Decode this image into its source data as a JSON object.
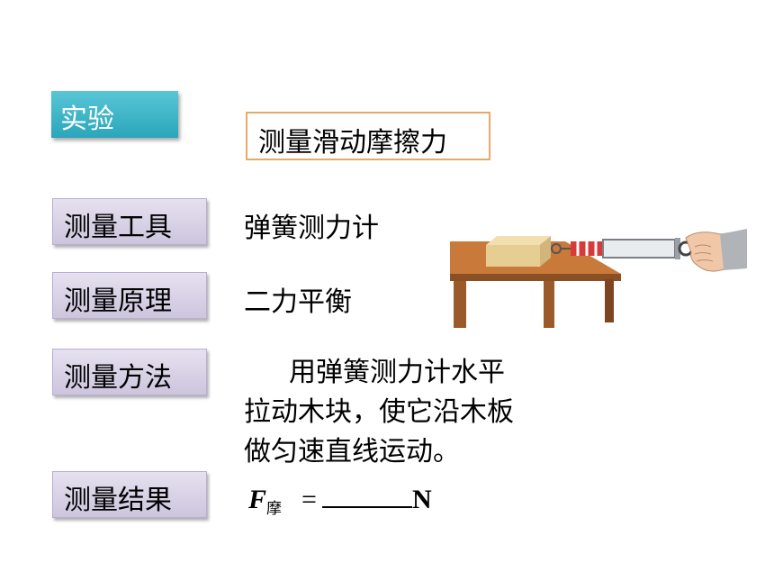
{
  "badge": {
    "label": "实验"
  },
  "title": "测量滑动摩擦力",
  "rows": {
    "tool": {
      "label": "测量工具",
      "value": "弹簧测力计"
    },
    "principle": {
      "label": "测量原理",
      "value": "二力平衡"
    },
    "method": {
      "label": "测量方法",
      "lines": [
        "用弹簧测力计水平",
        "拉动木块，使它沿木板",
        "做匀速直线运动。"
      ]
    },
    "result": {
      "label": "测量结果",
      "symbol": "F",
      "subscript": "摩",
      "equals": "=",
      "unit": "N"
    }
  },
  "illustration": {
    "subject": "spring-scale-pulling-wooden-block-on-table"
  }
}
